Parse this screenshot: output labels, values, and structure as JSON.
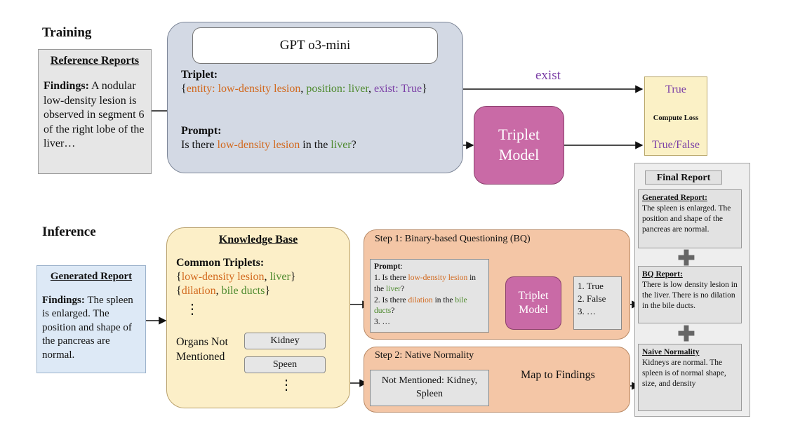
{
  "colors": {
    "entity": "#d2691e",
    "position": "#4e8a2e",
    "exist": "#7b3fa6"
  },
  "training": {
    "title": "Training",
    "reference": {
      "heading": "Reference Reports",
      "findings_label": "Findings:",
      "findings_text": " A nodular low-density lesion is observed in segment 6 of the right lobe of the liver…"
    },
    "gpt": "GPT o3-mini",
    "triplet_label": "Triplet:",
    "triplet": {
      "open": "{",
      "entity": "entity: low-density lesion",
      "sep1": ", ",
      "position": "position: liver",
      "sep2": ", ",
      "exist": "exist: True",
      "close": "}"
    },
    "prompt_label": "Prompt:",
    "prompt": {
      "pre": "Is there ",
      "entity": "low-density lesion",
      "mid": " in the ",
      "organ": "liver",
      "post": "?"
    },
    "exist_label": "exist",
    "model": "Triplet Model",
    "loss": {
      "top": "True",
      "mid": "Compute Loss",
      "bottom": "True/False"
    }
  },
  "inference": {
    "title": "Inference",
    "generated": {
      "heading": "Generated Report",
      "findings_label": "Findings:",
      "findings_text": " The spleen is enlarged. The position and shape of the pancreas are normal."
    },
    "kb": {
      "heading": "Knowledge Base",
      "common_label": "Common Triplets:",
      "t1": {
        "open": "{",
        "a": "low-density lesion",
        "sep": ", ",
        "b": "liver",
        "close": "}"
      },
      "t2": {
        "open": "{",
        "a": "dilation",
        "sep": ", ",
        "b": "bile ducts",
        "close": "}"
      },
      "dots": "⋮",
      "organs_label": "Organs Not Mentioned",
      "organs": [
        "Kidney",
        "Speen"
      ]
    },
    "step1": {
      "title": "Step 1: Binary-based Questioning (BQ)",
      "prompt_label": "Prompt",
      "colon": ":",
      "q1": {
        "pre": "1. Is there ",
        "a": "low-density lesion",
        "mid": " in the ",
        "b": "liver",
        "post": "?"
      },
      "q2": {
        "pre": "2. Is there ",
        "a": "dilation",
        "mid": " in the ",
        "b": "bile ducts",
        "post": "?"
      },
      "q3": "3. …",
      "model": "Triplet Model",
      "answers": [
        "1. True",
        "2. False",
        "3. …"
      ]
    },
    "step2": {
      "title": "Step 2: Native Normality",
      "not_mentioned": "Not Mentioned: Kidney, Spleen",
      "map_label": "Map to Findings"
    },
    "final": {
      "title": "Final Report",
      "generated_heading": "Generated Report:",
      "generated_text": "The spleen is enlarged. The position and shape of the pancreas are normal.",
      "bq_heading": "BQ Report:",
      "bq_text": "There is low density lesion in the liver. There is no dilation in the bile ducts.",
      "naive_heading": "Naive Normality",
      "naive_text": "Kidneys are normal. The spleen is of normal shape, size, and density"
    }
  }
}
